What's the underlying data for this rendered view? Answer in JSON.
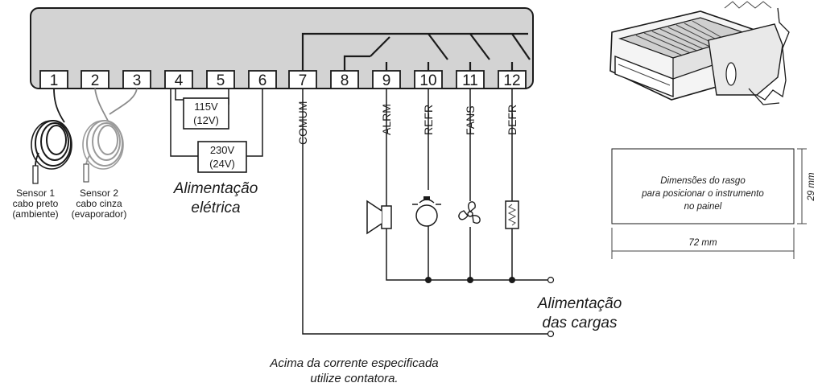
{
  "terminals": [
    "1",
    "2",
    "3",
    "4",
    "5",
    "6",
    "7",
    "8",
    "9",
    "10",
    "11",
    "12"
  ],
  "sensor1": {
    "line1": "Sensor 1",
    "line2": "cabo preto",
    "line3": "(ambiente)"
  },
  "sensor2": {
    "line1": "Sensor 2",
    "line2": "cabo cinza",
    "line3": "(evaporador)"
  },
  "voltage_low": {
    "line1": "115V",
    "line2": "(12V)"
  },
  "voltage_high": {
    "line1": "230V",
    "line2": "(24V)"
  },
  "power_supply": {
    "line1": "Alimentação",
    "line2": "elétrica"
  },
  "outputs": {
    "common": "COMUM",
    "alarm": "ALRM",
    "refrigeration": "REFR",
    "fans": "FANS",
    "defrost": "DEFR"
  },
  "load_supply": {
    "line1": "Alimentação",
    "line2": "das cargas"
  },
  "note": {
    "line1": "Acima da corrente especificada",
    "line2": "utilize contatora."
  },
  "cutout": {
    "line1": "Dimensões do rasgo",
    "line2": "para posicionar o instrumento",
    "line3": "no painel",
    "width_label": "72 mm",
    "height_label": "29 mm"
  }
}
